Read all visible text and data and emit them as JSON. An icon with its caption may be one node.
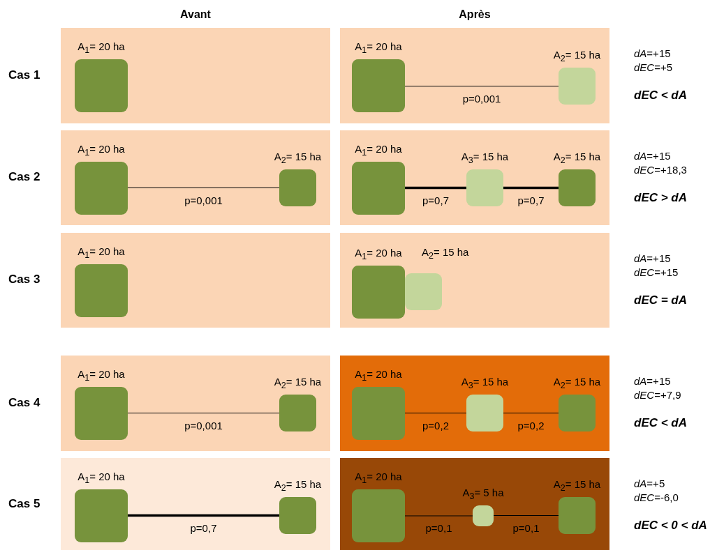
{
  "diagram": {
    "nodes": [
      {
        "text": [],
        "shape": "box"
      },
      {
        "text": [
          "A$_{1}$= 20 ha"
        ],
        "in": 0
      },
      {
        "text": [],
        "shape": "box"
      },
      {
        "text": [
          "A$_{1}$= 20 ha"
        ],
        "in": 2
      },
      {
        "text": [
          "A$_{2}$= 15 ha"
        ],
        "in": 2
      },
      {
        "text": [],
        "shape": "box"
      },
      {
        "text": [
          "A$_{1}$= 20 ha"
        ],
        "in": 5
      },
      {
        "text": [
          "A$_{2}$= 15 ha"
        ],
        "in": 5
      },
      {
        "text": [],
        "shape": "box"
      },
      {
        "text": [
          "A$_{1}$= 20 ha"
        ],
        "in": 8
      },
      {
        "text": [
          "A$_{3}$= 15 ha"
        ],
        "in": 8
      },
      {
        "text": [
          "A$_{2}$= 15 ha"
        ],
        "in": 8
      },
      {
        "text": [],
        "shape": "box"
      },
      {
        "text": [
          "A$_{1}$= 20 ha"
        ],
        "in": 12
      },
      {
        "text": [],
        "shape": "box"
      },
      {
        "text": [
          "A$_{1}$= 20 ha"
        ],
        "in": 14
      },
      {
        "text": [
          "A$_{2}$= 15 ha"
        ],
        "in": 14
      },
      {
        "text": [],
        "shape": "box"
      },
      {
        "text": [
          "A$_{1}$= 20 ha"
        ],
        "in": 17
      },
      {
        "text": [
          "A$_{2}$= 15 ha"
        ],
        "in": 17
      },
      {
        "text": [],
        "shape": "box"
      },
      {
        "text": [
          "A$_{1}$= 20 ha"
        ],
        "in": 20
      },
      {
        "text": [
          "A$_{3}$= 15 ha"
        ],
        "in": 20
      },
      {
        "text": [
          "A$_{2}$= 15 ha"
        ],
        "in": 20
      },
      {
        "text": [],
        "shape": "box"
      },
      {
        "text": [
          "A$_{1}$= 20 ha"
        ],
        "in": 24
      },
      {
        "text": [
          "A$_{2}$= 15 ha"
        ],
        "in": 24
      },
      {
        "text": [],
        "shape": "box"
      },
      {
        "text": [
          "A$_{1}$= 20 ha"
        ],
        "in": 27
      },
      {
        "text": [
          "A$_{3}$= 5 ha"
        ],
        "in": 27
      },
      {
        "text": [
          "A$_{2}$= 15 ha"
        ],
        "in": 27
      }
    ],
    "edges": [
      {
        "from": 3,
        "to": 4,
        "arrow": "none",
        "label": "p=0,001"
      },
      {
        "from": 6,
        "to": 7,
        "arrow": "none",
        "label": "p=0,001"
      },
      {
        "from": 9,
        "to": 10,
        "arrow": "none",
        "label": "p=0,7",
        "style": "thick"
      },
      {
        "from": 10,
        "to": 11,
        "arrow": "none",
        "label": "p=0,7",
        "style": "thick"
      },
      {
        "from": 18,
        "to": 19,
        "arrow": "none",
        "label": "p=0,001"
      },
      {
        "from": 21,
        "to": 22,
        "arrow": "none",
        "label": "p=0,2"
      },
      {
        "from": 22,
        "to": 23,
        "arrow": "none",
        "label": "p=0,2"
      },
      {
        "from": 25,
        "to": 26,
        "arrow": "none",
        "label": "p=0,7",
        "style": "thick"
      },
      {
        "from": 28,
        "to": 29,
        "arrow": "none",
        "label": "p=0,1"
      },
      {
        "from": 29,
        "to": 30,
        "arrow": "none",
        "label": "p=0,1"
      }
    ],
    "labels": [
      "Avant",
      "Après",
      "Cas 1",
      "*dA*=+15",
      "*dEC*=+5",
      "dEC < dA",
      "Cas 2",
      "*dA*=+15",
      "*dEC*=+18,3",
      "dEC > dA",
      "Cas 3",
      "*dA*=+15",
      "*dEC*=+15",
      "dEC = dA",
      "Cas 4",
      "*dA*=+15",
      "*dEC*=+7,9",
      "dEC < dA",
      "Cas 5",
      "*dA*=+5",
      "*dEC*=-6,0",
      "dEC < 0 < dA"
    ]
  }
}
